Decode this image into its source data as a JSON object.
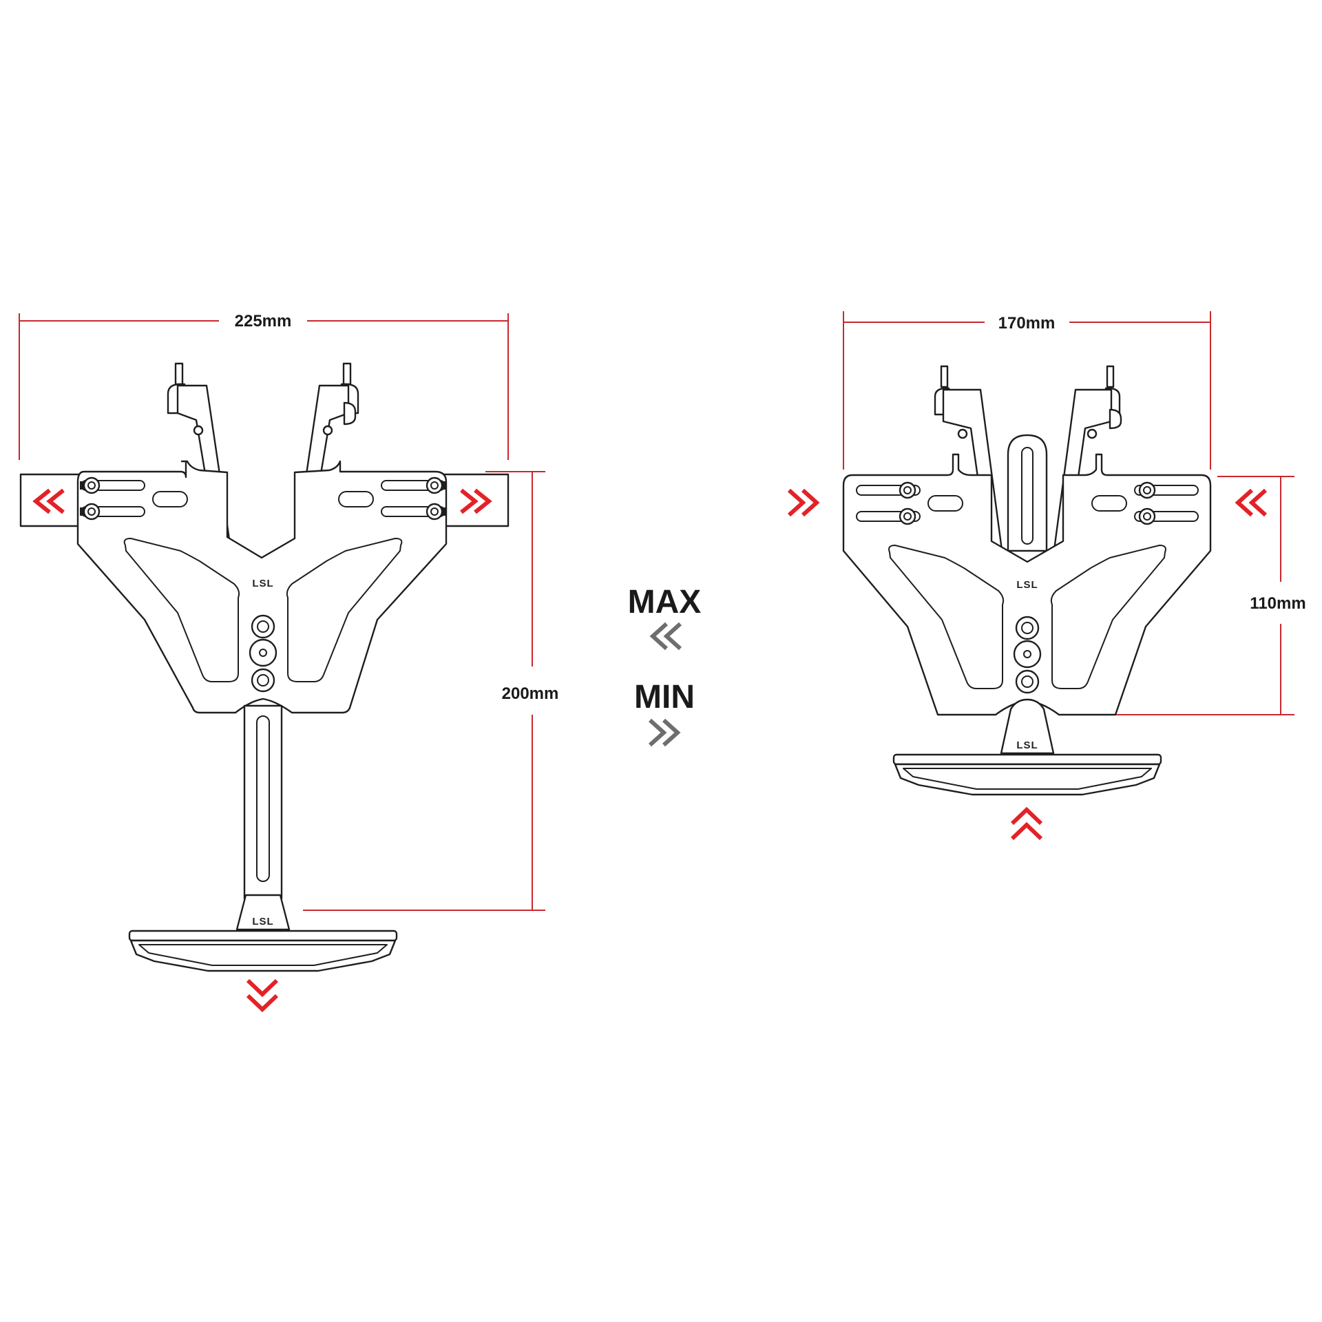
{
  "labels": {
    "max_width": "225mm",
    "max_height": "200mm",
    "min_width": "170mm",
    "min_height": "110mm",
    "mode_max": "MAX",
    "mode_min": "MIN",
    "brand_mark": "LSL"
  },
  "colors": {
    "dimension_line": "#c8282d",
    "arrow_red": "#e32228",
    "arrow_grey": "#6e6e6e",
    "outline": "#1e1e1e"
  },
  "icons": {
    "outward_arrows": "double-chevron-red",
    "inward_arrows": "double-chevron-red",
    "extend_down_arrow": "double-chevron-down-red",
    "retract_up_arrow": "double-chevron-up-red",
    "max_arrow": "double-chevron-left-grey",
    "min_arrow": "double-chevron-right-grey"
  }
}
